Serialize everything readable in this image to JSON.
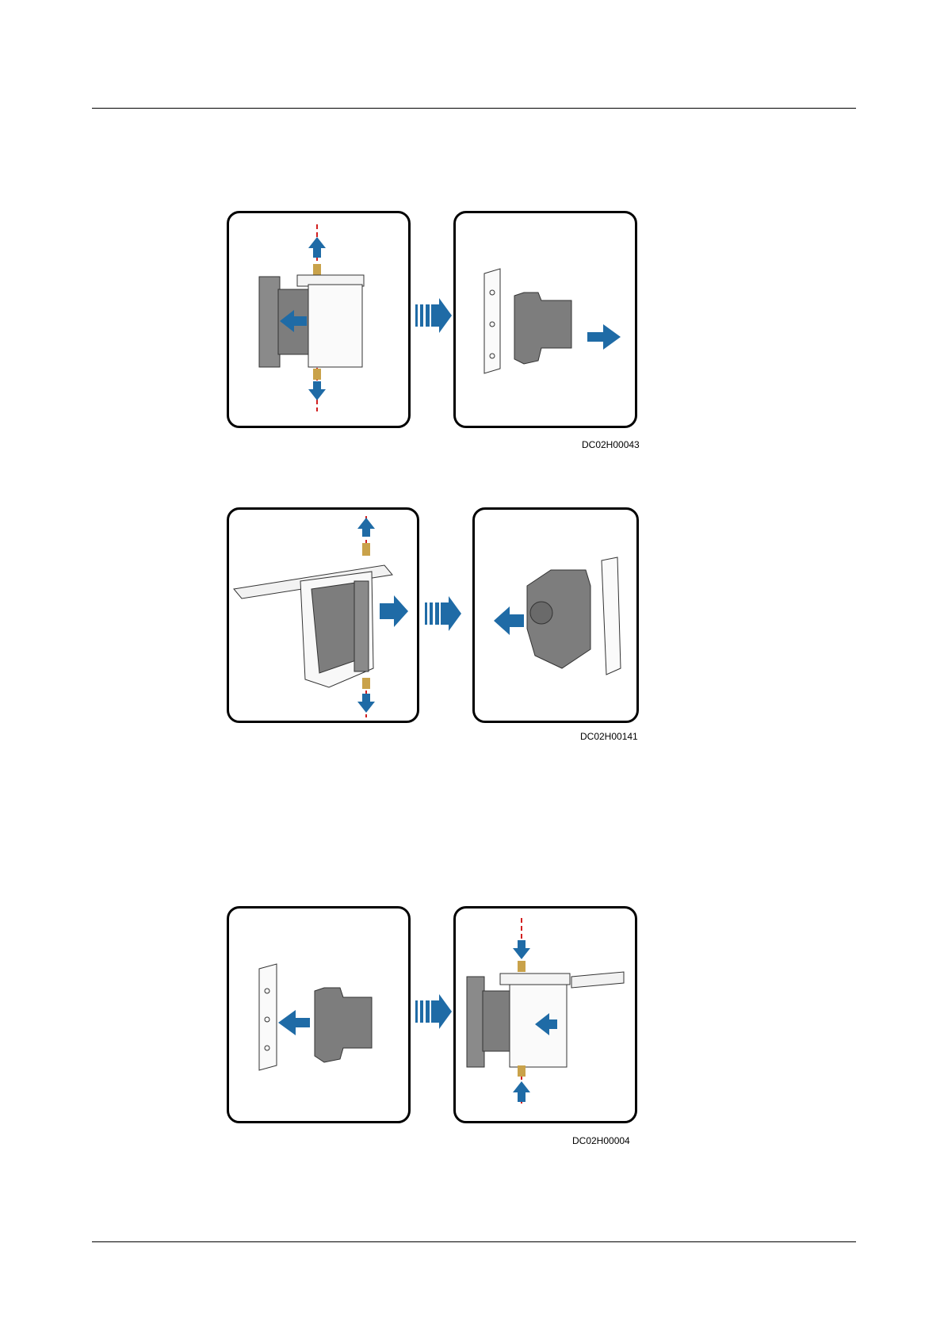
{
  "figures": [
    {
      "id": "fig-1",
      "caption": "DC02H00043"
    },
    {
      "id": "fig-2",
      "caption": "DC02H00141"
    },
    {
      "id": "fig-3",
      "caption": "DC02H00004"
    }
  ],
  "colors": {
    "arrow": "#1f6ba6",
    "breaker": "#7d7d7d",
    "rail": "#8a8a8a",
    "screw": "#c9a24a",
    "axis": "#d22020"
  }
}
